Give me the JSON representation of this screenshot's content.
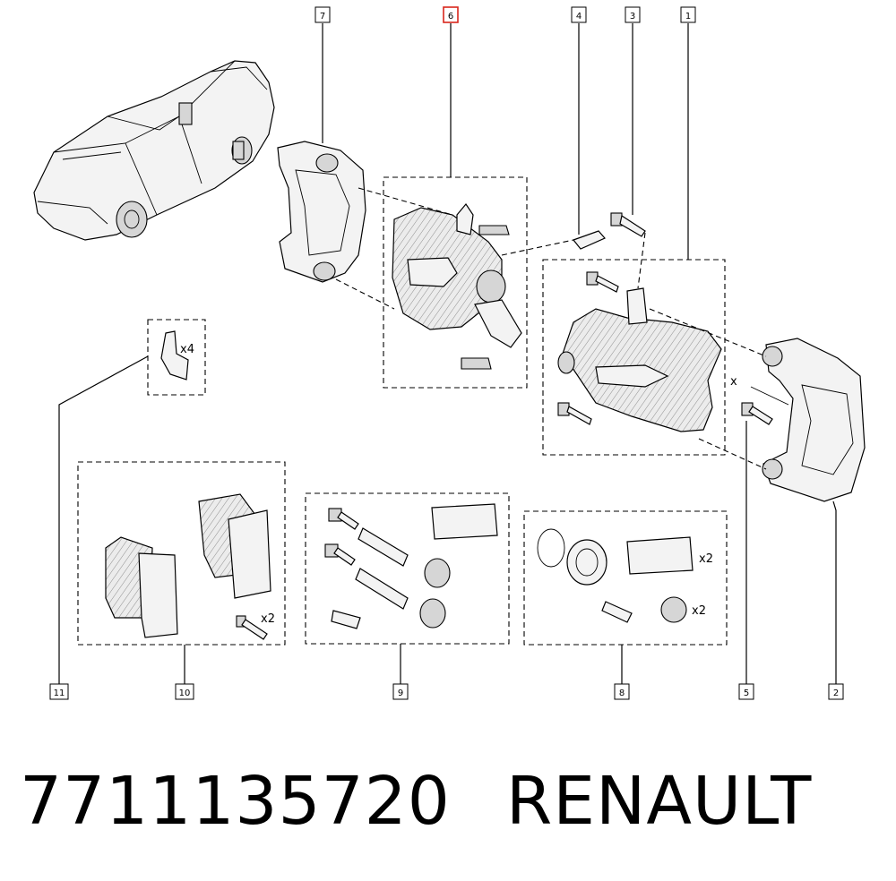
{
  "callouts": {
    "c1": "1",
    "c2": "2",
    "c3": "3",
    "c4": "4",
    "c5": "5",
    "c6": "6",
    "c7": "7",
    "c8": "8",
    "c9": "9",
    "c10": "10",
    "c11": "11"
  },
  "highlighted_callout": "6",
  "quantities": {
    "clip_qty": "x4",
    "pad_bolt_qty": "x2",
    "grease_qty": "x2",
    "boot_qty": "x2",
    "axis_marker": "x"
  },
  "footer": {
    "part_number": "7711135720",
    "brand": "RENAULT"
  },
  "colors": {
    "highlight": "#d9261c",
    "line": "#000000",
    "background": "#ffffff"
  }
}
